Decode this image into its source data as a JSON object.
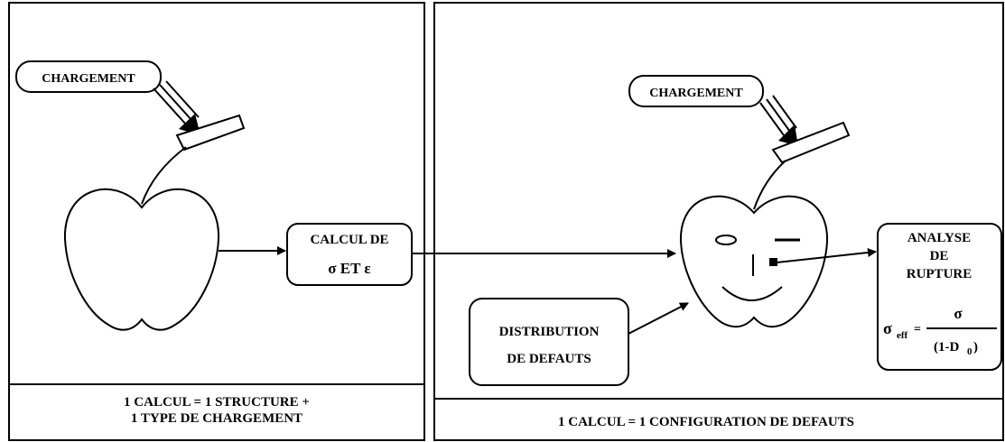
{
  "left_panel": {
    "chargement_label": "CHARGEMENT",
    "calcul_label_line1": "CALCUL DE",
    "calcul_label_line2": "σ ET ε",
    "caption_line1": "1 CALCUL = 1 STRUCTURE +",
    "caption_line2": "1 TYPE DE CHARGEMENT"
  },
  "right_panel": {
    "chargement_label": "CHARGEMENT",
    "distribution_line1": "DISTRIBUTION",
    "distribution_line2": "DE DEFAUTS",
    "analyse_line1": "ANALYSE",
    "analyse_line2": "DE",
    "analyse_line3": "RUPTURE",
    "formula_lhs_symbol": "σ",
    "formula_lhs_sub": "eff",
    "formula_equals": "=",
    "formula_numerator": "σ",
    "formula_denominator_open": "(1-D",
    "formula_denominator_sub": "0",
    "formula_denominator_close": ")",
    "caption": "1 CALCUL = 1 CONFIGURATION DE DEFAUTS"
  }
}
